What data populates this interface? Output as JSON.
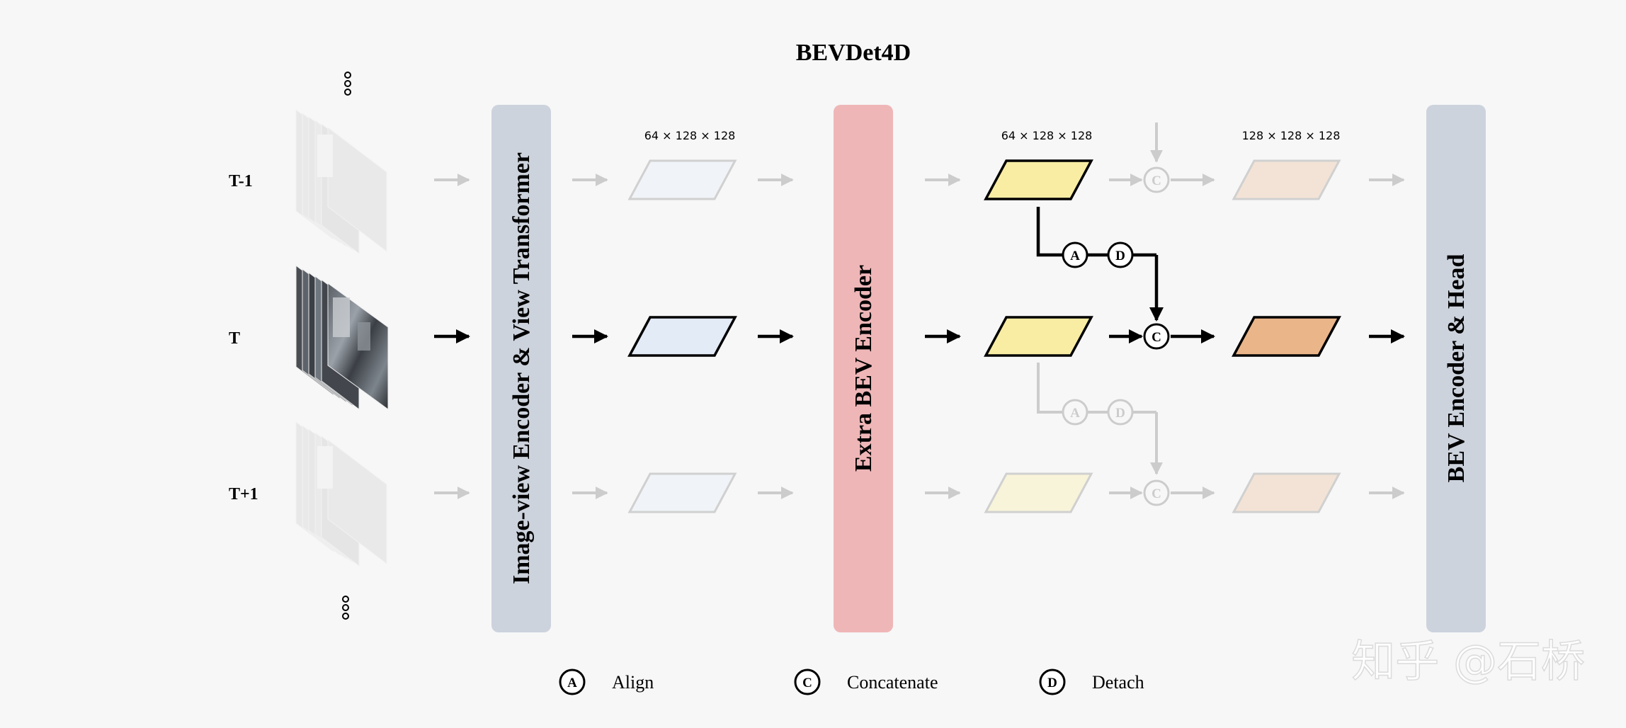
{
  "title": "BEVDet4D",
  "rows": {
    "prev": "T-1",
    "curr": "T",
    "next": "T+1"
  },
  "blocks": {
    "encoder": "Image-view Encoder & View Transformer",
    "extra": "Extra BEV Encoder",
    "head": "BEV Encoder & Head"
  },
  "dims": {
    "view_feature": "64 × 128 × 128",
    "bev_feature": "64 × 128 × 128",
    "concat_feature": "128 × 128 × 128"
  },
  "ops": {
    "align": "A",
    "concat": "C",
    "detach": "D"
  },
  "legend": {
    "align": "Align",
    "concat": "Concatenate",
    "detach": "Detach"
  },
  "watermark": "知乎 @石桥",
  "colors": {
    "encoder_block": "#cdd3dd",
    "extra_block": "#efb6b7",
    "head_block": "#cdd3dd",
    "view_feature": "#e3ebf7",
    "bev_feature": "#f8eda3",
    "concat_feature": "#ebb58a",
    "faded_arrow": "#cccccc"
  }
}
